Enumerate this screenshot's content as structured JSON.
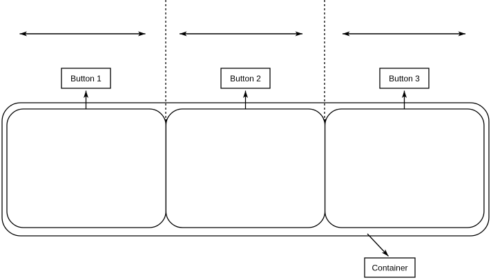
{
  "diagram": {
    "background": "#ffffff",
    "stroke_color": "#000000",
    "buttons": [
      {
        "label": "Button 1"
      },
      {
        "label": "Button 2"
      },
      {
        "label": "Button 3"
      }
    ],
    "container": {
      "label": "Container"
    }
  }
}
